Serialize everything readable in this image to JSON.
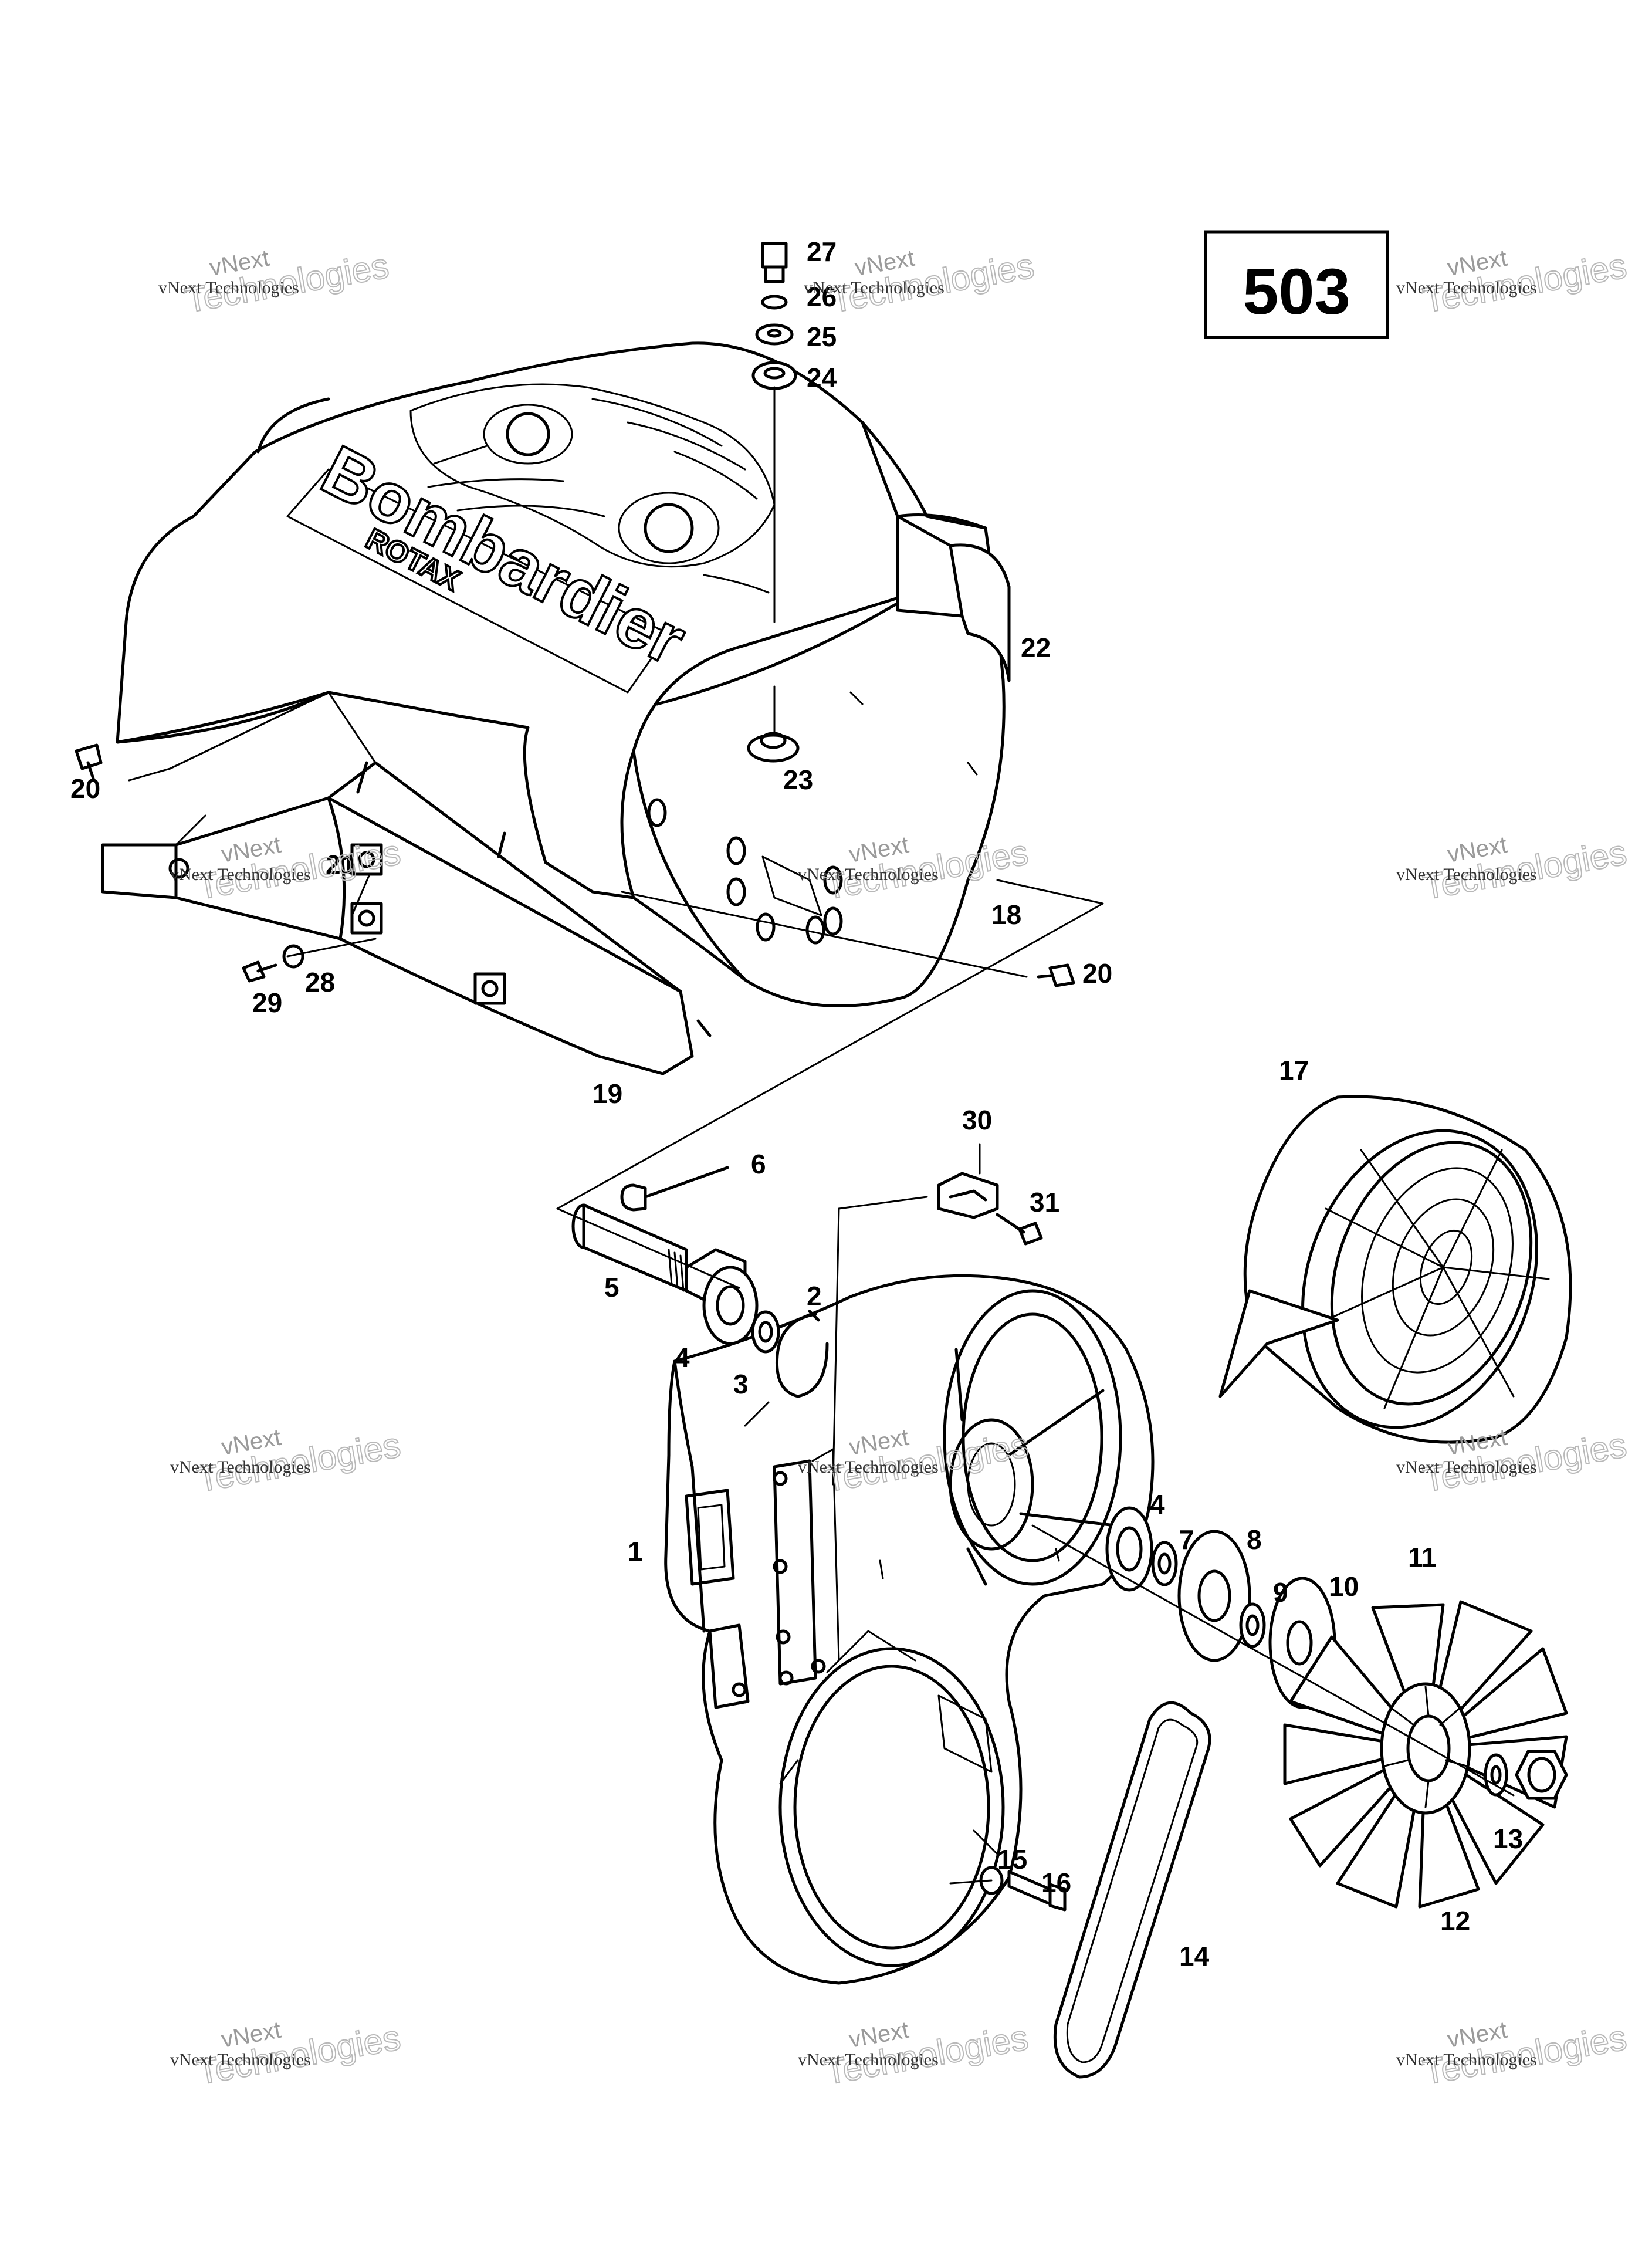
{
  "page_number": "503",
  "brand_text": "Bombardier",
  "brand_subtext": "ROTAX",
  "watermark": {
    "line1": "vNext",
    "line2": "Technologies",
    "line3": "vNext Technologies"
  },
  "callouts": [
    "27",
    "26",
    "25",
    "24",
    "22",
    "20",
    "23",
    "21",
    "18",
    "20",
    "28",
    "29",
    "19",
    "30",
    "6",
    "31",
    "5",
    "2",
    "4",
    "3",
    "17",
    "1",
    "4",
    "7",
    "8",
    "9",
    "10",
    "11",
    "12",
    "13",
    "14",
    "15",
    "16"
  ]
}
